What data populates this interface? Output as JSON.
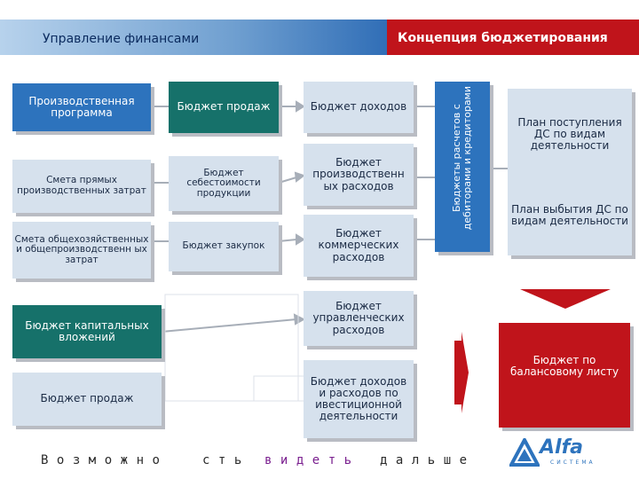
{
  "header": {
    "left_title": "Управление финансами",
    "right_title": "Концепция бюджетирования"
  },
  "col1": {
    "production_program": "Производственная программа",
    "direct_costs": "Смета прямых производственных затрат",
    "overhead_costs": "Смета общехозяйственных и общепроизводственн ых затрат",
    "capital_budget": "Бюджет капитальных вложений",
    "sales_budget_2": "Бюджет продаж"
  },
  "col2": {
    "sales_budget": "Бюджет продаж",
    "cost_budget": "Бюджет себестоимости продукции",
    "purchase_budget": "Бюджет закупок"
  },
  "col3": {
    "income_budget": "Бюджет доходов",
    "production_expenses": "Бюджет производственн ых расходов",
    "commercial_expenses": "Бюджет коммерческих расходов",
    "management_expenses": "Бюджет управленческих расходов",
    "investment_budget": "Бюджет доходов и расходов по ивестиционной деятельности"
  },
  "settlements": "Бюджеты расчетов с дебиторами и кредиторами",
  "plans": {
    "inflow": "План поступления ДС по видам деятельности",
    "outflow": "План выбытия ДС по видам деятельности"
  },
  "balance_budget": "Бюджет по балансовому листу",
  "bottom": {
    "part1": "Возможно",
    "part2": "сть",
    "part3": "видеть",
    "part4": "дальше"
  },
  "logo": {
    "name": "Alfa",
    "sub": "СИСТЕМА"
  },
  "colors": {
    "red": "#c0141b",
    "blue": "#2d73bd",
    "teal": "#16716a",
    "light": "#d6e1ed"
  }
}
